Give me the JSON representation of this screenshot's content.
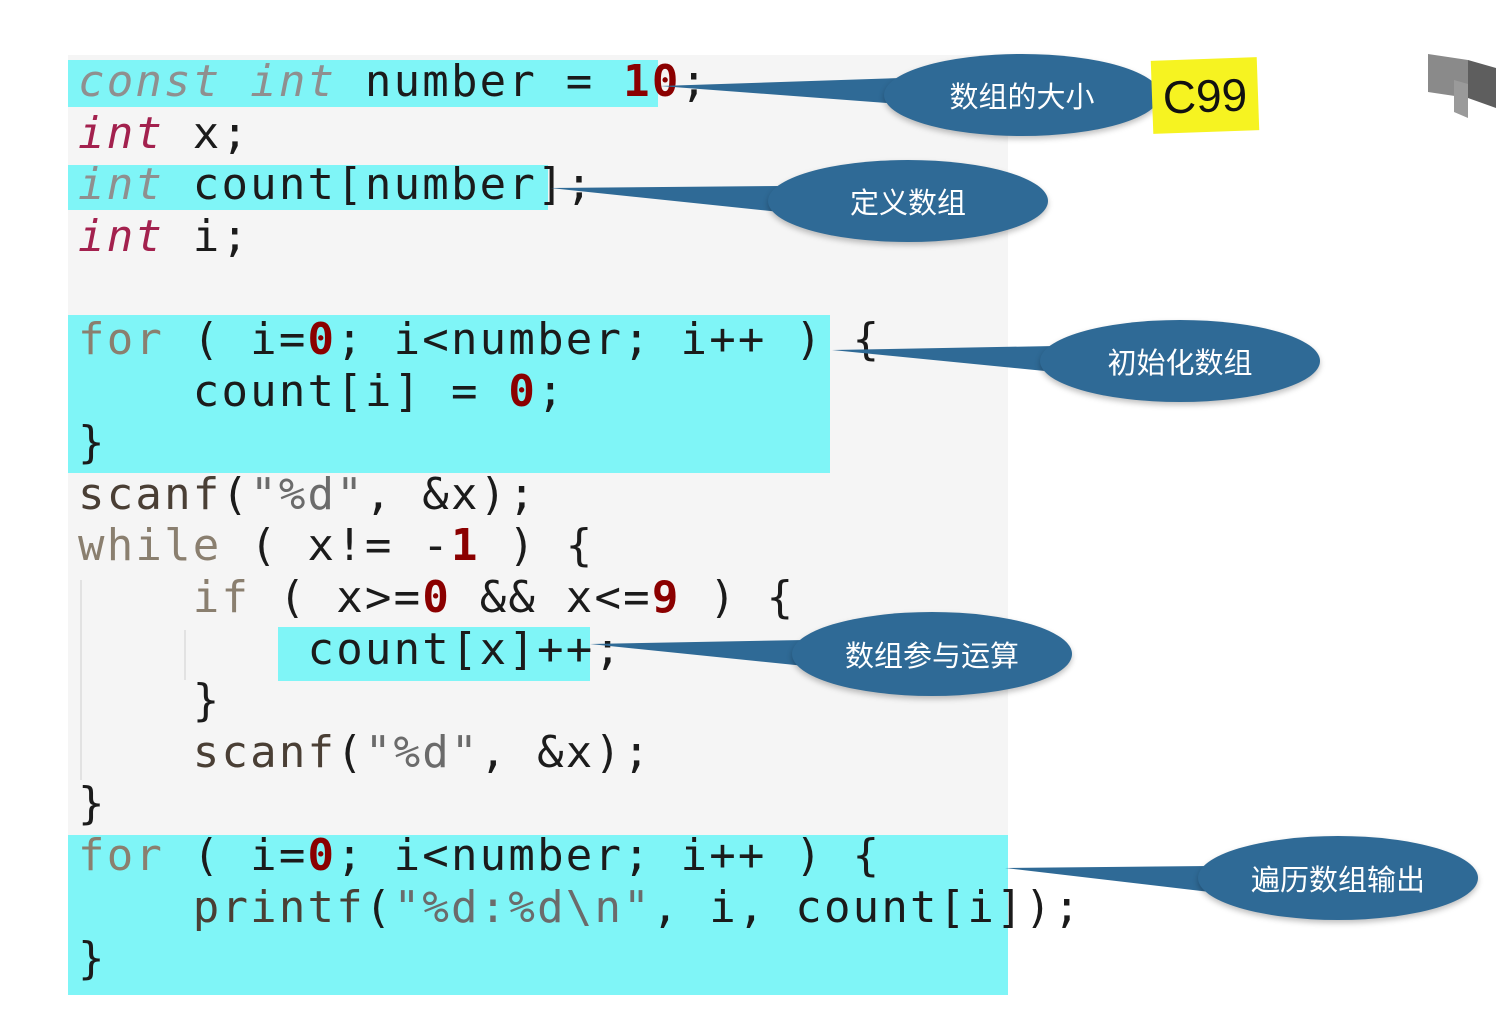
{
  "code_lines": [
    "const int number = 10;",
    "int x;",
    "int count[number];",
    "int i;",
    "",
    "for ( i=0; i<number; i++ ) {",
    "    count[i] = 0;",
    "}",
    "scanf(\"%d\", &x);",
    "while ( x!= -1 ) {",
    "    if ( x>=0 && x<=9 ) {",
    "        count[x]++;",
    "    }",
    "    scanf(\"%d\", &x);",
    "}",
    "for ( i=0; i<number; i++ ) {",
    "    printf(\"%d:%d\\n\", i, count[i]);",
    "}"
  ],
  "callouts": {
    "array_size": "数组的大小",
    "define_array": "定义数组",
    "init_array": "初始化数组",
    "array_compute": "数组参与运算",
    "traverse_output": "遍历数组输出"
  },
  "badge": "C99",
  "colors": {
    "highlight": "#7ff5f7",
    "callout": "#2f6a96",
    "badge": "#f6f321",
    "keyword": "#a3214e",
    "number": "#8b0000"
  },
  "logo_icon": "book-logo-icon"
}
